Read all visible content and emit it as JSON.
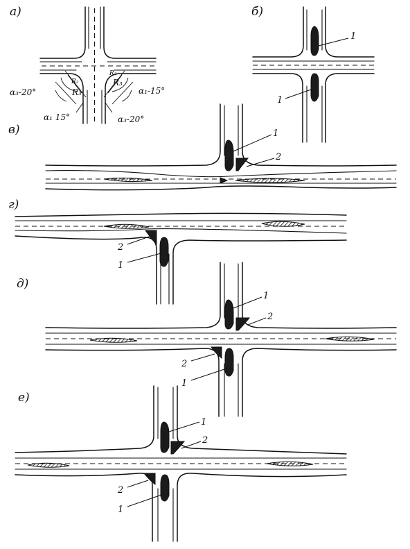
{
  "panels": {
    "a": {
      "letter": "а)",
      "angles": {
        "left_a3": "α₃-20°",
        "left_a1": "α₁ 15°",
        "right_a1": "α₁-15°",
        "right_a3": "α₃-20°"
      },
      "radii": {
        "r3_left": "R₃",
        "r3_right": "R₃",
        "r2_left": "R₂",
        "r2_right": "R₂"
      }
    },
    "b": {
      "letter": "б)",
      "callouts": [
        "1",
        "1"
      ]
    },
    "v": {
      "letter": "в)",
      "callouts": [
        "1",
        "2"
      ]
    },
    "g": {
      "letter": "г)",
      "callouts": [
        "2",
        "1"
      ]
    },
    "d": {
      "letter": "д)",
      "callouts": [
        "1",
        "2",
        "2",
        "1"
      ]
    },
    "e": {
      "letter": "е)",
      "callouts": [
        "1",
        "2",
        "2",
        "1"
      ]
    }
  }
}
